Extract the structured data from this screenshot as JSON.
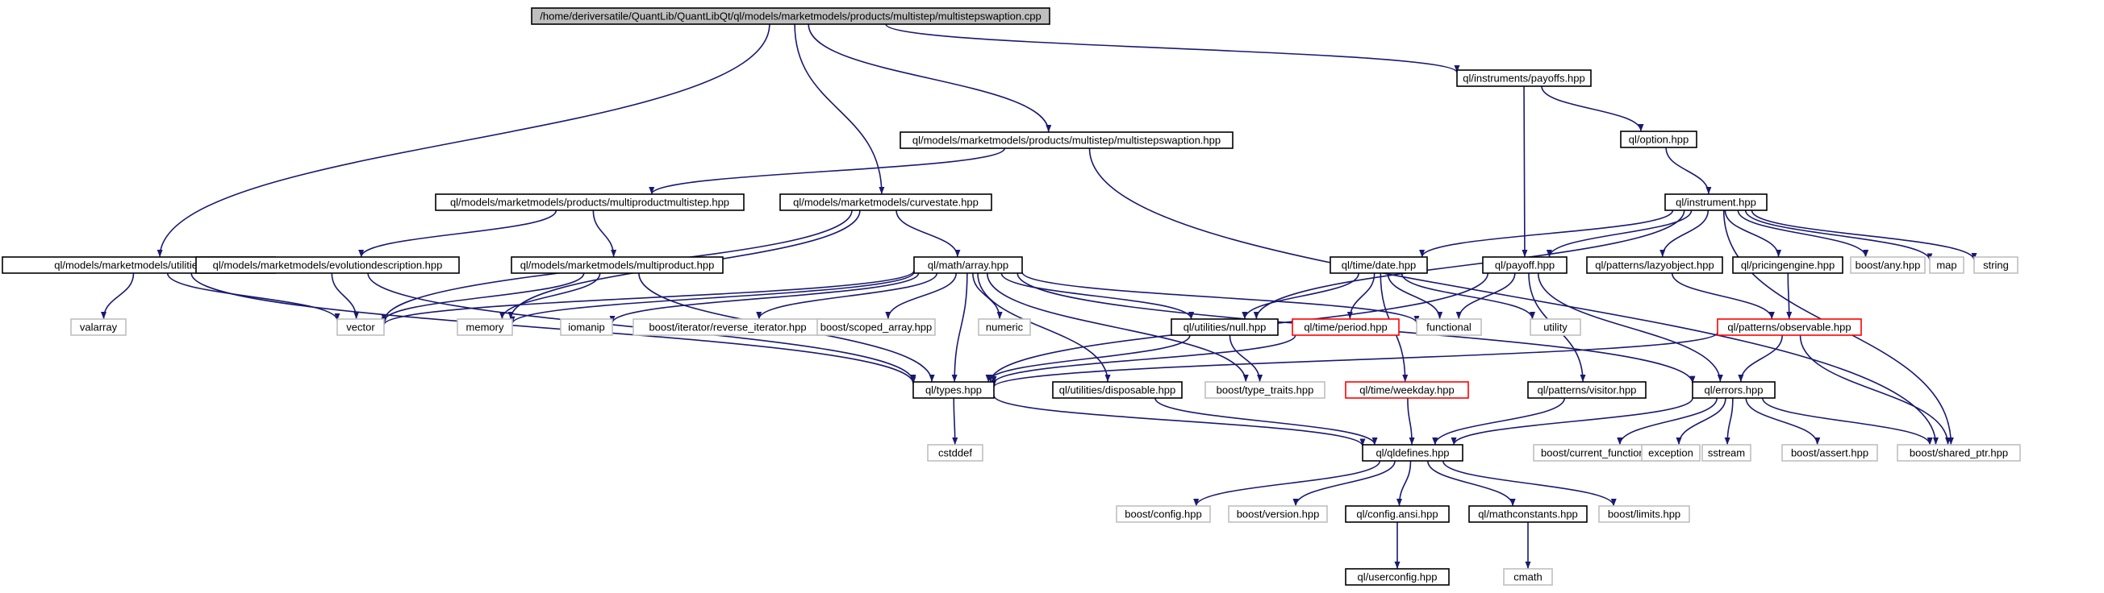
{
  "colors": {
    "edge": "#191970",
    "border_normal": "#000000",
    "border_system": "#bfbfbf",
    "border_truncated": "#ff0000",
    "fill_root": "#bfbfbf",
    "fill_default": "#ffffff"
  },
  "nodes": [
    {
      "id": "root",
      "label": "/home/deriversatile/QuantLib/QuantLibQt/ql/models/marketmodels/products/multistep/multistepswaption.cpp",
      "kind": "root"
    },
    {
      "id": "payoffs",
      "label": "ql/instruments/payoffs.hpp",
      "kind": "normal"
    },
    {
      "id": "mss",
      "label": "ql/models/marketmodels/products/multistep/multistepswaption.hpp",
      "kind": "normal"
    },
    {
      "id": "option",
      "label": "ql/option.hpp",
      "kind": "normal"
    },
    {
      "id": "mpms",
      "label": "ql/models/marketmodels/products/multiproductmultistep.hpp",
      "kind": "normal"
    },
    {
      "id": "curvestate",
      "label": "ql/models/marketmodels/curvestate.hpp",
      "kind": "normal"
    },
    {
      "id": "instrument",
      "label": "ql/instrument.hpp",
      "kind": "normal"
    },
    {
      "id": "utilities",
      "label": "ql/models/marketmodels/utilities.hpp",
      "kind": "normal"
    },
    {
      "id": "evodesc",
      "label": "ql/models/marketmodels/evolutiondescription.hpp",
      "kind": "normal"
    },
    {
      "id": "multiproduct",
      "label": "ql/models/marketmodels/multiproduct.hpp",
      "kind": "normal"
    },
    {
      "id": "array",
      "label": "ql/math/array.hpp",
      "kind": "normal"
    },
    {
      "id": "date",
      "label": "ql/time/date.hpp",
      "kind": "normal"
    },
    {
      "id": "payoff",
      "label": "ql/payoff.hpp",
      "kind": "normal"
    },
    {
      "id": "lazyobject",
      "label": "ql/patterns/lazyobject.hpp",
      "kind": "normal"
    },
    {
      "id": "pricingengine",
      "label": "ql/pricingengine.hpp",
      "kind": "normal"
    },
    {
      "id": "boostany",
      "label": "boost/any.hpp",
      "kind": "system"
    },
    {
      "id": "map",
      "label": "map",
      "kind": "system"
    },
    {
      "id": "string",
      "label": "string",
      "kind": "system"
    },
    {
      "id": "valarray",
      "label": "valarray",
      "kind": "system"
    },
    {
      "id": "vector",
      "label": "vector",
      "kind": "system"
    },
    {
      "id": "memory",
      "label": "memory",
      "kind": "system"
    },
    {
      "id": "iomanip",
      "label": "iomanip",
      "kind": "system"
    },
    {
      "id": "revit",
      "label": "boost/iterator/reverse_iterator.hpp",
      "kind": "system"
    },
    {
      "id": "scopedarray",
      "label": "boost/scoped_array.hpp",
      "kind": "system"
    },
    {
      "id": "numeric",
      "label": "numeric",
      "kind": "system"
    },
    {
      "id": "nullhpp",
      "label": "ql/utilities/null.hpp",
      "kind": "normal"
    },
    {
      "id": "period",
      "label": "ql/time/period.hpp",
      "kind": "truncated"
    },
    {
      "id": "functional",
      "label": "functional",
      "kind": "system"
    },
    {
      "id": "utility",
      "label": "utility",
      "kind": "system"
    },
    {
      "id": "observable",
      "label": "ql/patterns/observable.hpp",
      "kind": "truncated"
    },
    {
      "id": "types",
      "label": "ql/types.hpp",
      "kind": "normal"
    },
    {
      "id": "disposable",
      "label": "ql/utilities/disposable.hpp",
      "kind": "normal"
    },
    {
      "id": "typetraits",
      "label": "boost/type_traits.hpp",
      "kind": "system"
    },
    {
      "id": "weekday",
      "label": "ql/time/weekday.hpp",
      "kind": "truncated"
    },
    {
      "id": "visitor",
      "label": "ql/patterns/visitor.hpp",
      "kind": "normal"
    },
    {
      "id": "errors",
      "label": "ql/errors.hpp",
      "kind": "normal"
    },
    {
      "id": "cstddef",
      "label": "cstddef",
      "kind": "system"
    },
    {
      "id": "qldefines",
      "label": "ql/qldefines.hpp",
      "kind": "normal"
    },
    {
      "id": "curfunc",
      "label": "boost/current_function.hpp",
      "kind": "system"
    },
    {
      "id": "exception",
      "label": "exception",
      "kind": "system"
    },
    {
      "id": "sstream",
      "label": "sstream",
      "kind": "system"
    },
    {
      "id": "bassert",
      "label": "boost/assert.hpp",
      "kind": "system"
    },
    {
      "id": "sharedptr",
      "label": "boost/shared_ptr.hpp",
      "kind": "system"
    },
    {
      "id": "bconfig",
      "label": "boost/config.hpp",
      "kind": "system"
    },
    {
      "id": "bversion",
      "label": "boost/version.hpp",
      "kind": "system"
    },
    {
      "id": "configansi",
      "label": "ql/config.ansi.hpp",
      "kind": "normal"
    },
    {
      "id": "mathconst",
      "label": "ql/mathconstants.hpp",
      "kind": "normal"
    },
    {
      "id": "blimits",
      "label": "boost/limits.hpp",
      "kind": "system"
    },
    {
      "id": "userconfig",
      "label": "ql/userconfig.hpp",
      "kind": "normal"
    },
    {
      "id": "cmath",
      "label": "cmath",
      "kind": "system"
    }
  ],
  "edges": [
    [
      "root",
      "payoffs"
    ],
    [
      "root",
      "mss"
    ],
    [
      "root",
      "curvestate"
    ],
    [
      "root",
      "utilities"
    ],
    [
      "payoffs",
      "option"
    ],
    [
      "payoffs",
      "payoff"
    ],
    [
      "mss",
      "mpms"
    ],
    [
      "mss",
      "sharedptr"
    ],
    [
      "option",
      "instrument"
    ],
    [
      "mpms",
      "evodesc"
    ],
    [
      "mpms",
      "multiproduct"
    ],
    [
      "curvestate",
      "array"
    ],
    [
      "curvestate",
      "vector"
    ],
    [
      "curvestate",
      "memory"
    ],
    [
      "instrument",
      "date"
    ],
    [
      "instrument",
      "payoff"
    ],
    [
      "instrument",
      "lazyobject"
    ],
    [
      "instrument",
      "pricingengine"
    ],
    [
      "instrument",
      "boostany"
    ],
    [
      "instrument",
      "map"
    ],
    [
      "instrument",
      "string"
    ],
    [
      "instrument",
      "nullhpp"
    ],
    [
      "instrument",
      "sharedptr"
    ],
    [
      "utilities",
      "valarray"
    ],
    [
      "utilities",
      "vector"
    ],
    [
      "utilities",
      "types"
    ],
    [
      "evodesc",
      "vector"
    ],
    [
      "evodesc",
      "types"
    ],
    [
      "multiproduct",
      "vector"
    ],
    [
      "multiproduct",
      "memory"
    ],
    [
      "multiproduct",
      "types"
    ],
    [
      "array",
      "vector"
    ],
    [
      "array",
      "memory"
    ],
    [
      "array",
      "iomanip"
    ],
    [
      "array",
      "revit"
    ],
    [
      "array",
      "scopedarray"
    ],
    [
      "array",
      "numeric"
    ],
    [
      "array",
      "nullhpp"
    ],
    [
      "array",
      "functional"
    ],
    [
      "array",
      "types"
    ],
    [
      "array",
      "disposable"
    ],
    [
      "array",
      "typetraits"
    ],
    [
      "array",
      "errors"
    ],
    [
      "date",
      "nullhpp"
    ],
    [
      "date",
      "period"
    ],
    [
      "date",
      "functional"
    ],
    [
      "date",
      "utility"
    ],
    [
      "date",
      "weekday"
    ],
    [
      "payoff",
      "functional"
    ],
    [
      "payoff",
      "types"
    ],
    [
      "payoff",
      "visitor"
    ],
    [
      "payoff",
      "errors"
    ],
    [
      "lazyobject",
      "observable"
    ],
    [
      "pricingengine",
      "observable"
    ],
    [
      "nullhpp",
      "types"
    ],
    [
      "nullhpp",
      "typetraits"
    ],
    [
      "period",
      "types"
    ],
    [
      "observable",
      "types"
    ],
    [
      "observable",
      "errors"
    ],
    [
      "observable",
      "sharedptr"
    ],
    [
      "types",
      "cstddef"
    ],
    [
      "types",
      "qldefines"
    ],
    [
      "disposable",
      "qldefines"
    ],
    [
      "weekday",
      "qldefines"
    ],
    [
      "visitor",
      "qldefines"
    ],
    [
      "errors",
      "qldefines"
    ],
    [
      "errors",
      "curfunc"
    ],
    [
      "errors",
      "exception"
    ],
    [
      "errors",
      "sstream"
    ],
    [
      "errors",
      "bassert"
    ],
    [
      "errors",
      "sharedptr"
    ],
    [
      "qldefines",
      "bconfig"
    ],
    [
      "qldefines",
      "bversion"
    ],
    [
      "qldefines",
      "configansi"
    ],
    [
      "qldefines",
      "mathconst"
    ],
    [
      "qldefines",
      "blimits"
    ],
    [
      "configansi",
      "userconfig"
    ],
    [
      "mathconst",
      "cmath"
    ]
  ]
}
